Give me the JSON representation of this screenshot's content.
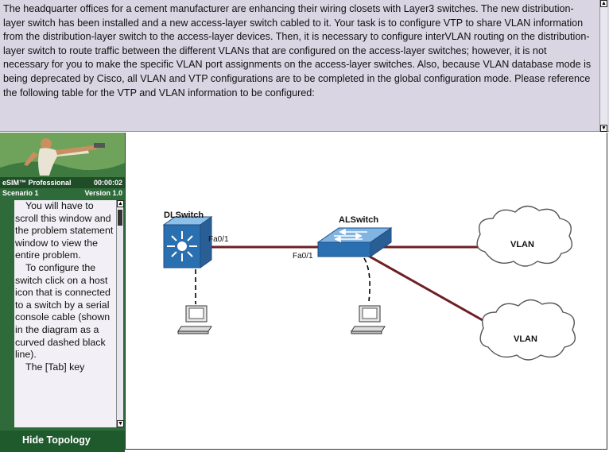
{
  "problem": {
    "text": "The headquarter offices for a cement manufacturer are enhancing their wiring closets with Layer3 switches. The new distribution-layer switch has been installed and a new access-layer switch cabled to it.  Your task is to configure VTP to share VLAN information from the distribution-layer switch to the access-layer devices.  Then, it is necessary to configure interVLAN routing on the distribution-layer switch to route traffic between the different VLANs that are configured on the access-layer switches; however, it is not necessary for you to make the specific VLAN port assignments on the access-layer switches.  Also, because VLAN database mode is being deprecated by Cisco, all VLAN and VTP configurations are to be completed in the global configuration mode. Please reference the following table for the VTP and VLAN information to be configured:"
  },
  "sidebar": {
    "brand": "eSIM™ Professional",
    "timer": "00:00:02",
    "scenario": "Scenario 1",
    "version": "Version 1.0",
    "instructions": [
      "You will have to scroll this window and the problem statement window to view the entire problem.",
      "To configure the switch click on a host icon that is connected to a switch by a serial console cable (shown in the diagram as a curved dashed black line).",
      "The [Tab] key"
    ],
    "hide_topology": "Hide Topology"
  },
  "topology": {
    "dlswitch_label": "DLSwitch",
    "alswitch_label": "ALSwitch",
    "dl_port": "Fa0/1",
    "al_port": "Fa0/1",
    "vlan1_label": "VLAN",
    "vlan2_label": "VLAN"
  },
  "colors": {
    "problem_bg": "#d9d5e3",
    "sidebar_green": "#2f6b3a",
    "link_maroon": "#6e1f24",
    "switch_blue": "#2a6fb0"
  }
}
